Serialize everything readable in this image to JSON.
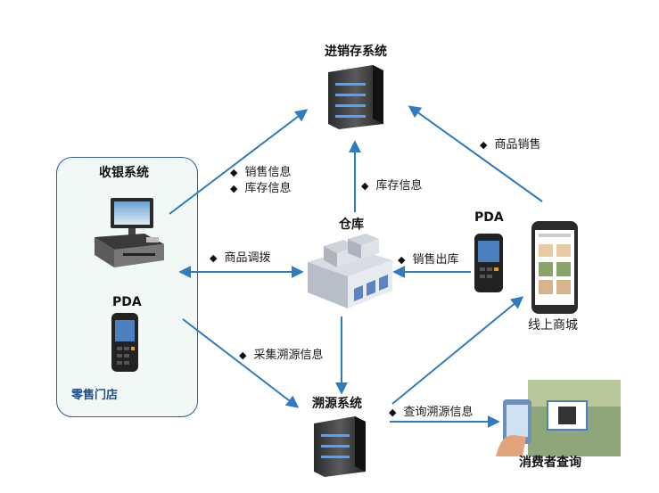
{
  "nodes": {
    "inventory_system": "进销存系统",
    "cashier_system": "收银系统",
    "pda_store": "PDA",
    "retail_store": "零售门店",
    "warehouse": "仓库",
    "pda_warehouse": "PDA",
    "online_mall": "线上商城",
    "trace_system": "溯源系统",
    "consumer_query": "消费者查询"
  },
  "edges": {
    "sales_info": "销售信息",
    "stock_info": "库存信息",
    "warehouse_stock_info": "库存信息",
    "product_sales": "商品销售",
    "product_transfer": "商品调拨",
    "sales_outbound": "销售出库",
    "collect_trace_info": "采集溯源信息",
    "query_trace_info": "查询溯源信息"
  },
  "colors": {
    "arrow": "#2e7bbf",
    "store_border": "#2f5e9e",
    "store_fill": "#f1f8f5",
    "label_blue": "#1f4e8c"
  },
  "icons": [
    "server-icon",
    "pos-terminal-icon",
    "pda-icon",
    "warehouse-icon",
    "smartphone-icon",
    "consumer-scan-icon"
  ]
}
